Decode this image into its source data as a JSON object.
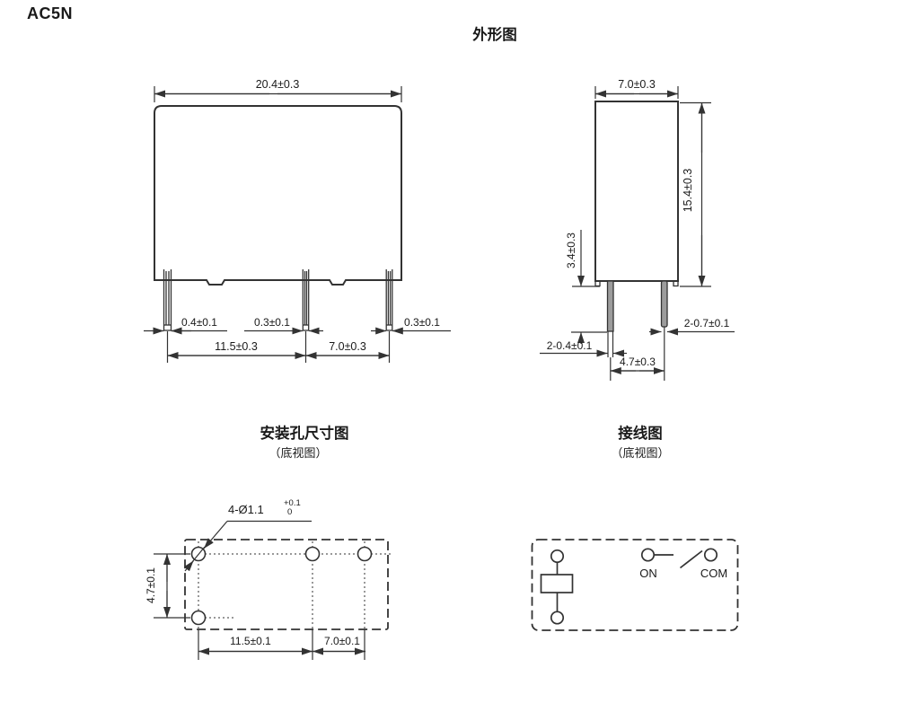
{
  "header": {
    "model": "AC5N"
  },
  "sections": {
    "outline_title": "外形图",
    "mounting_title": "安装孔尺寸图",
    "mounting_subtitle": "（底视图）",
    "wiring_title": "接线图",
    "wiring_subtitle": "（底视图）"
  },
  "front_view": {
    "body_width": "20.4±0.3",
    "pin1_width": "0.4±0.1",
    "pin2_width": "0.3±0.1",
    "pin3_width": "0.3±0.1",
    "pin_pitch_a": "11.5±0.3",
    "pin_pitch_b": "7.0±0.3"
  },
  "side_view": {
    "body_depth": "7.0±0.3",
    "body_height": "15.4±0.3",
    "pin_length": "3.4±0.3",
    "pin_thickness": "2-0.4±0.1",
    "pin_pitch": "4.7±0.3",
    "pin_width": "2-0.7±0.1"
  },
  "mounting_view": {
    "hole_spec": "4-Ø1.1",
    "hole_tol_upper": "+0.1",
    "hole_tol_lower": "0",
    "row_pitch": "4.7±0.1",
    "col_pitch_a": "11.5±0.1",
    "col_pitch_b": "7.0±0.1"
  },
  "wiring_view": {
    "contact_on": "ON",
    "contact_com": "COM"
  },
  "colors": {
    "line": "#333333",
    "pin_fill": "#9c9c9c"
  }
}
